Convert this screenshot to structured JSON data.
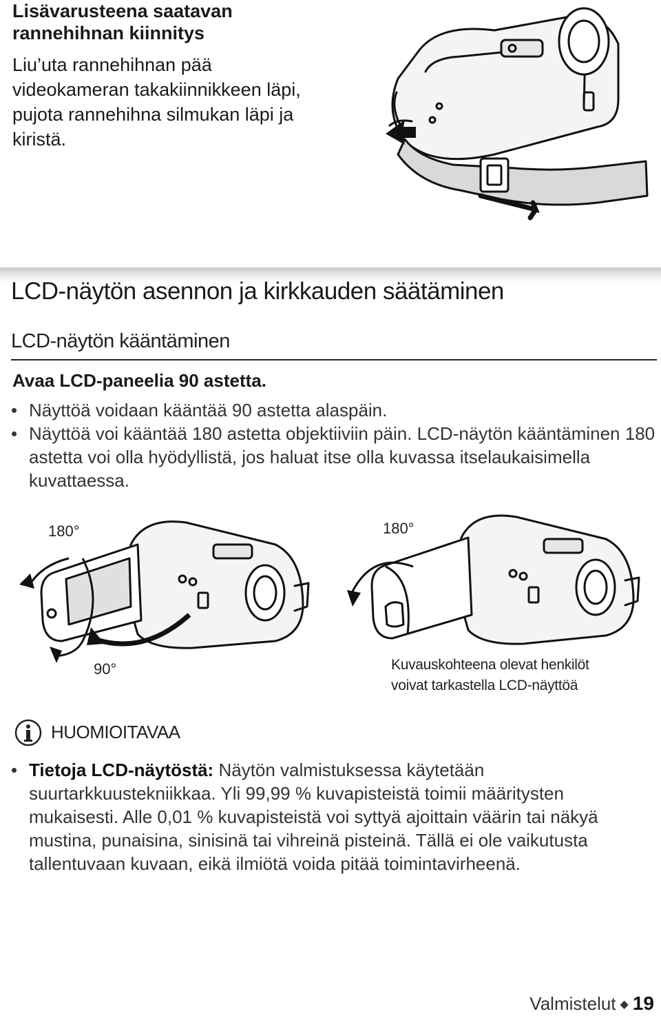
{
  "strap": {
    "title_lines": [
      "Lisävarusteena saatavan",
      "rannehihnan kiinnitys"
    ],
    "text_lines": [
      "Liu’uta rannehihnan pää",
      "videokameran takakiinnikkeen läpi,",
      "pujota rannehihna silmukan läpi ja",
      "kiristä."
    ]
  },
  "section": {
    "title": "LCD-näytön asennon ja kirkkauden säätäminen",
    "subsection": "LCD-näytön kääntäminen"
  },
  "step": "Avaa LCD-paneelia 90 astetta.",
  "lcd_bullets": [
    "Näyttöä voidaan kääntää 90 astetta alaspäin.",
    "Näyttöä voi kääntää 180 astetta objektiiviin päin. LCD-näytön kääntäminen 180 astetta voi olla hyödyllistä, jos haluat itse olla kuvassa itselaukaisimella kuvattaessa."
  ],
  "diagram": {
    "label_left_180": "180°",
    "label_right_180": "180°",
    "label_90": "90°",
    "caption_lines": [
      "Kuvauskohteena olevat henkilöt",
      "voivat tarkastella LCD-näyttöä"
    ]
  },
  "note": {
    "title": "HUOMIOITAVAA",
    "label": "Tietoja LCD-näytöstä:",
    "text": "Näytön valmistuksessa käytetään suurtarkkuustekniikkaa. Yli 99,99 % kuvapisteistä toimii määritysten mukaisesti. Alle 0,01 % kuvapisteistä voi syttyä ajoittain väärin tai näkyä mustina, punaisina, sinisinä tai vihreinä pisteinä. Tällä ei ole vaikutusta tallentuvaan kuvaan, eikä ilmiötä voida pitää toimintavirheenä."
  },
  "footer": {
    "section": "Valmistelut",
    "page": "19"
  }
}
